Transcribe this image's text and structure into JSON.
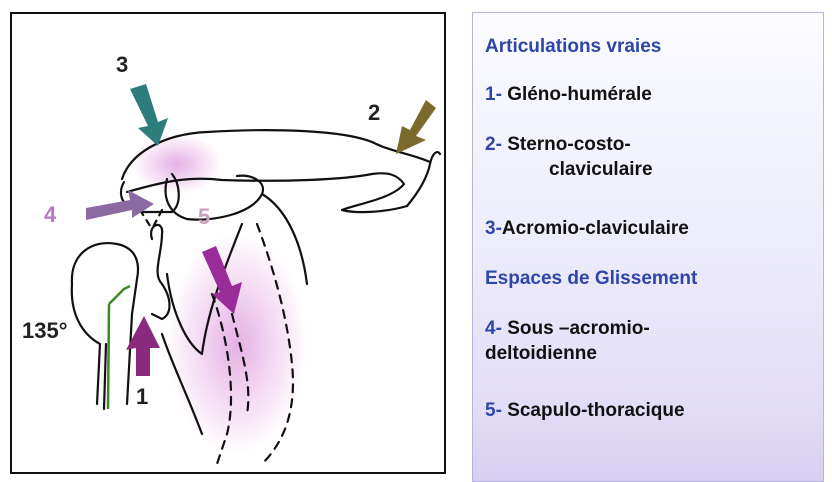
{
  "diagram": {
    "labels": {
      "n1": "1",
      "n2": "2",
      "n3": "3",
      "n4": "4",
      "n5": "5",
      "angle": "135°"
    },
    "colors": {
      "arrow_1": "#8a2a7c",
      "arrow_2": "#7c6a2c",
      "arrow_3": "#2d7d7c",
      "arrow_4": "#8a6aa0",
      "arrow_5": "#9a2c9a",
      "label_4": "#b27ac0",
      "label_5": "#c8a0c0",
      "angle_line": "#3a8a2a",
      "shading": "#d070d0"
    }
  },
  "legend": {
    "heading_true": "Articulations vraies",
    "item1": {
      "num": "1-",
      "text": "Gléno-humérale"
    },
    "item2": {
      "num": "2-",
      "text": "Sterno-costo-",
      "cont": "claviculaire"
    },
    "item3": {
      "num": "3-",
      "text": "Acromio-claviculaire"
    },
    "heading_glide": "Espaces de Glissement",
    "item4": {
      "num": "4-",
      "text": "Sous –acromio-",
      "cont": "deltoidienne"
    },
    "item5": {
      "num": "5-",
      "text": "Scapulo-thoracique"
    },
    "colors": {
      "heading": "#2d46a8",
      "text": "#111111"
    }
  }
}
